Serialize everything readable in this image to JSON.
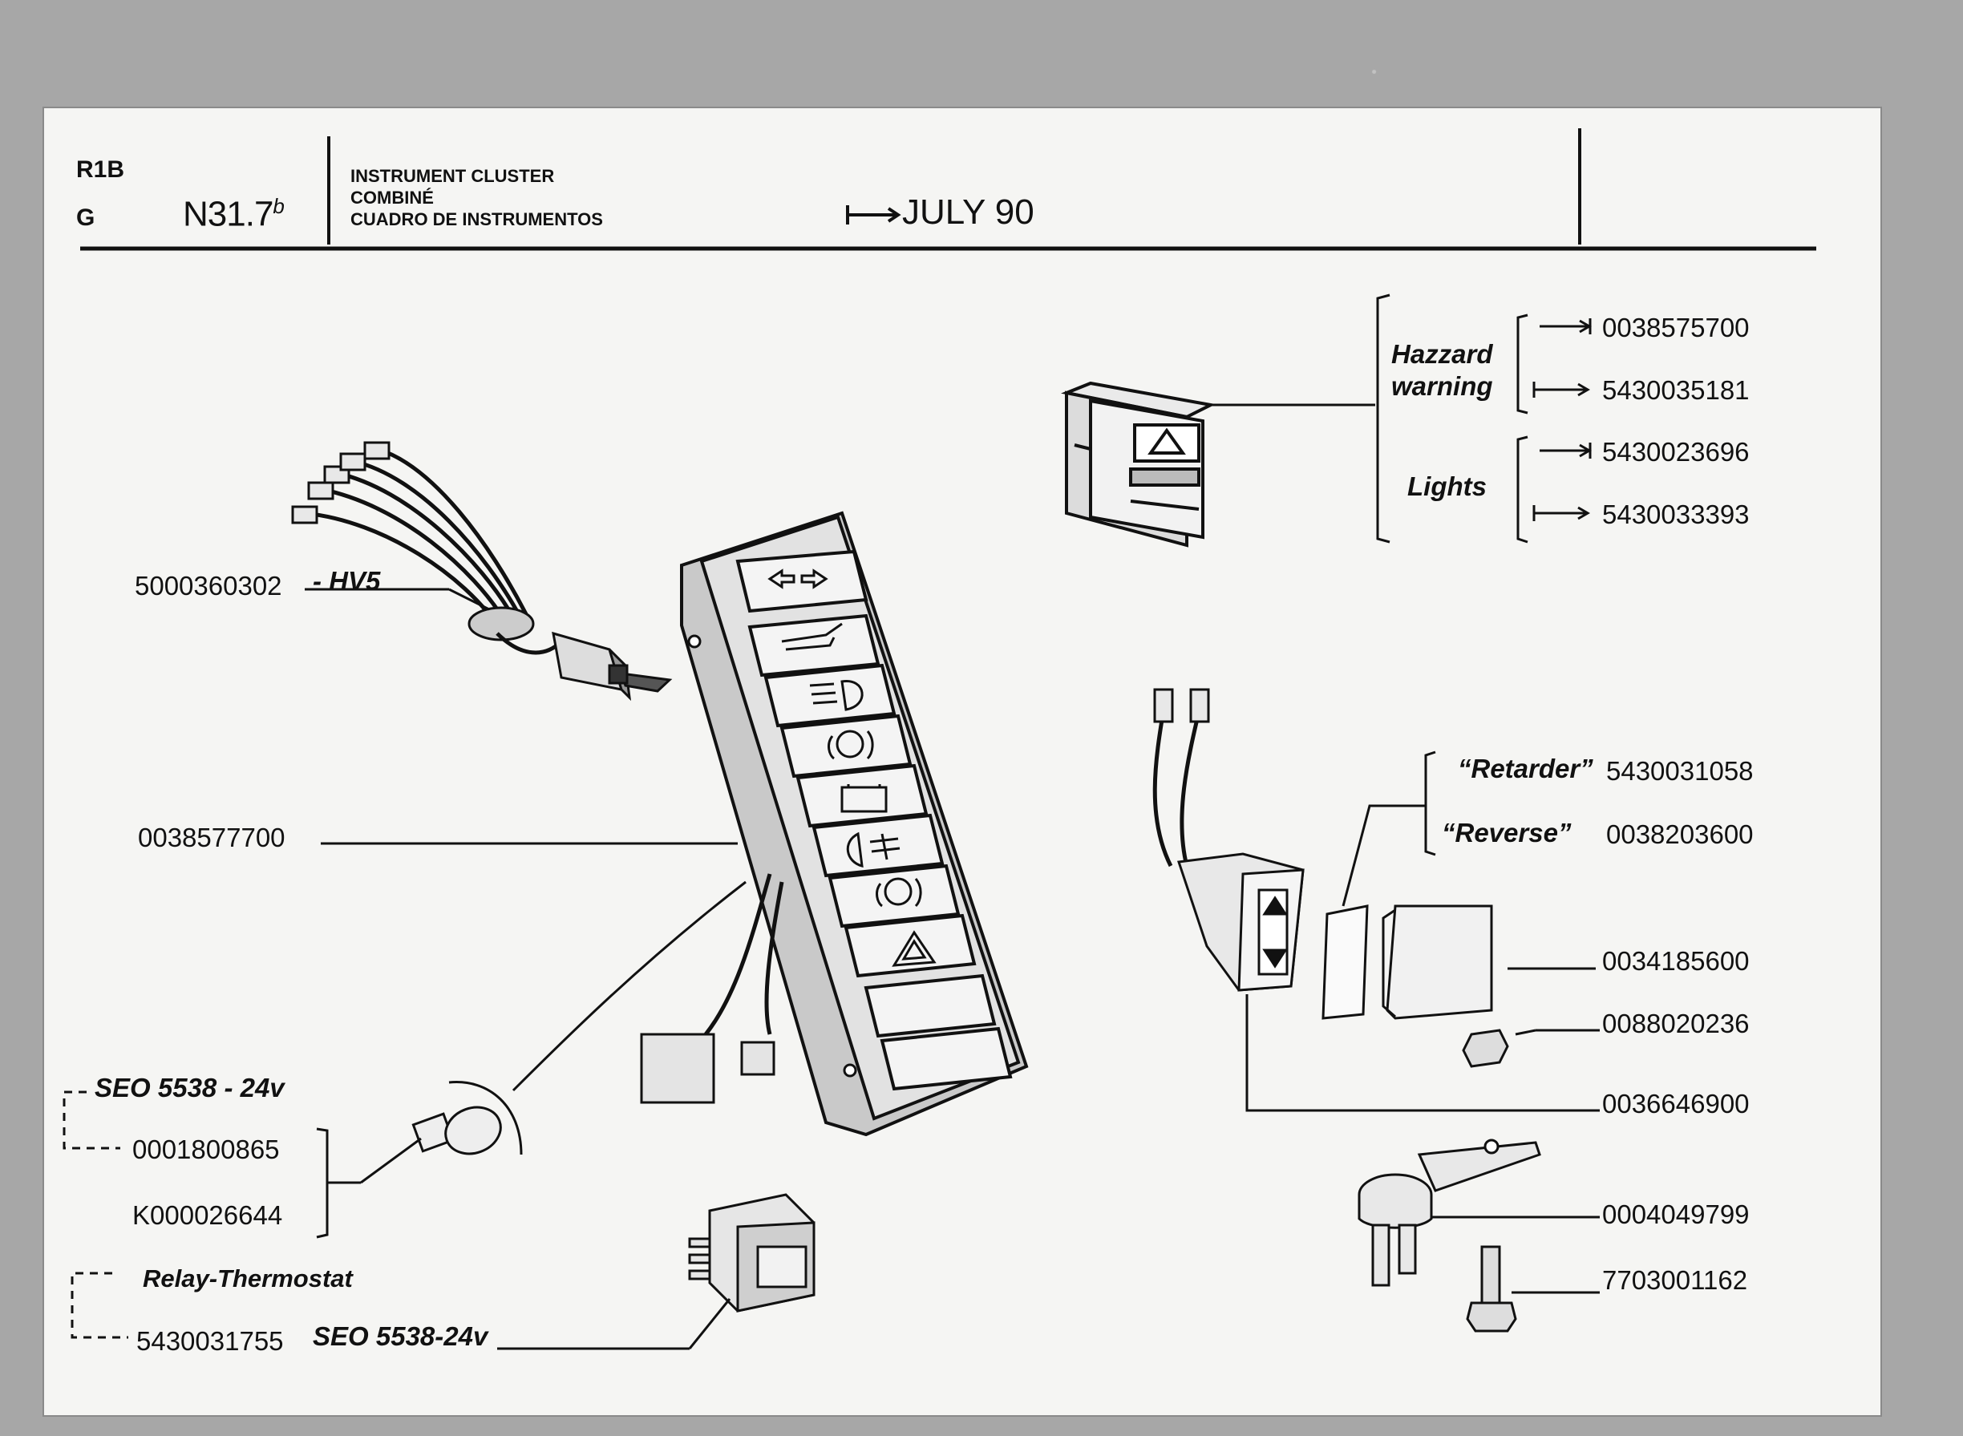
{
  "header": {
    "series_line1": "R1B",
    "series_line2": "G",
    "page_code": "N31.7",
    "page_code_suffix": "b",
    "title_en": "INSTRUMENT CLUSTER",
    "title_fr": "COMBINÉ",
    "title_es": "CUADRO DE INSTRUMENTOS",
    "date": "JULY 90"
  },
  "labels": {
    "hazard_group": [
      "Hazzard",
      "warning"
    ],
    "lights_group": "Lights",
    "retarder": "“Retarder”",
    "reverse": "“Reverse”",
    "seo_bulb": "SEO 5538 - 24v",
    "relay": "Relay-Thermostat",
    "seo_relay": "SEO 5538-24v",
    "hv5": "- HV5"
  },
  "parts": {
    "hazard_prev": "0038575700",
    "hazard_new": "5430035181",
    "lights_prev": "5430023696",
    "lights_new": "5430033393",
    "harness_switch": "5000360302",
    "cluster": "0038577700",
    "retarder_pn": "5430031058",
    "reverse_pn": "0038203600",
    "cover": "0034185600",
    "nut": "0088020236",
    "switch_body": "0036646900",
    "bulb_a": "0001800865",
    "bulb_b": "K000026644",
    "sender": "0004049799",
    "screw": "7703001162",
    "relay_pn": "5430031755"
  },
  "icons": [
    "turn-signal-icon",
    "oil-pressure-icon",
    "headlight-icon",
    "brake-icon",
    "battery-icon",
    "fog-light-icon",
    "parking-brake-icon",
    "hazard-icon"
  ]
}
